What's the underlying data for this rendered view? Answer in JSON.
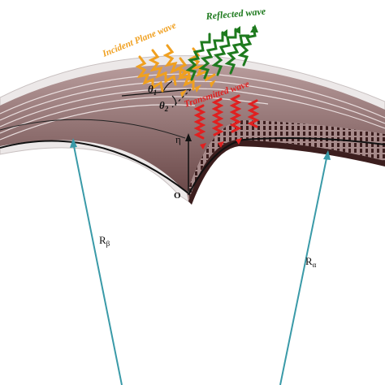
{
  "labels": {
    "incident": "Incident Plane wave",
    "reflected": "Reflected wave",
    "transmitted": "Transmitted wave",
    "theta1": "θ",
    "theta1_sub": "1",
    "theta2": "θ",
    "theta2_sub": "2",
    "eta": "η",
    "origin": "O",
    "r_beta": "R",
    "r_beta_sub": "β",
    "r_alpha": "R",
    "r_alpha_sub": "α"
  },
  "colors": {
    "incident": "#f0a020",
    "reflected": "#1e7a1e",
    "transmitted": "#e02020",
    "shell": "#8a6a6a",
    "shell_dark": "#4a2a2a",
    "radius": "#3a9aa8"
  }
}
